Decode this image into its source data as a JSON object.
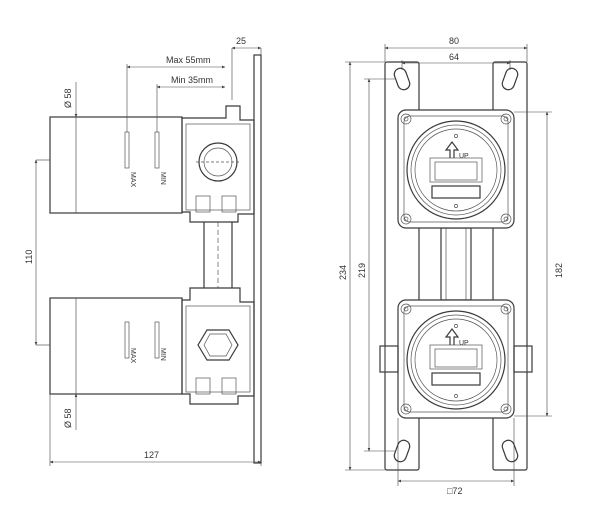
{
  "side_view": {
    "dims": {
      "top_offset": "25",
      "max_depth": "Max 55mm",
      "min_depth": "Min 35mm",
      "dia_top": "Ø 58",
      "dia_bottom": "Ø 58",
      "spacing": "110",
      "width": "127"
    },
    "marks": {
      "max_top": "MAX",
      "min_top": "MIN",
      "max_bottom": "MAX",
      "min_bottom": "MIN"
    }
  },
  "front_view": {
    "dims": {
      "outer_width": "80",
      "inner_width": "64",
      "total_height": "234",
      "inner_height": "219",
      "center_height": "182",
      "box_size": "□72"
    },
    "up_labels": [
      "UP",
      "UP"
    ]
  }
}
